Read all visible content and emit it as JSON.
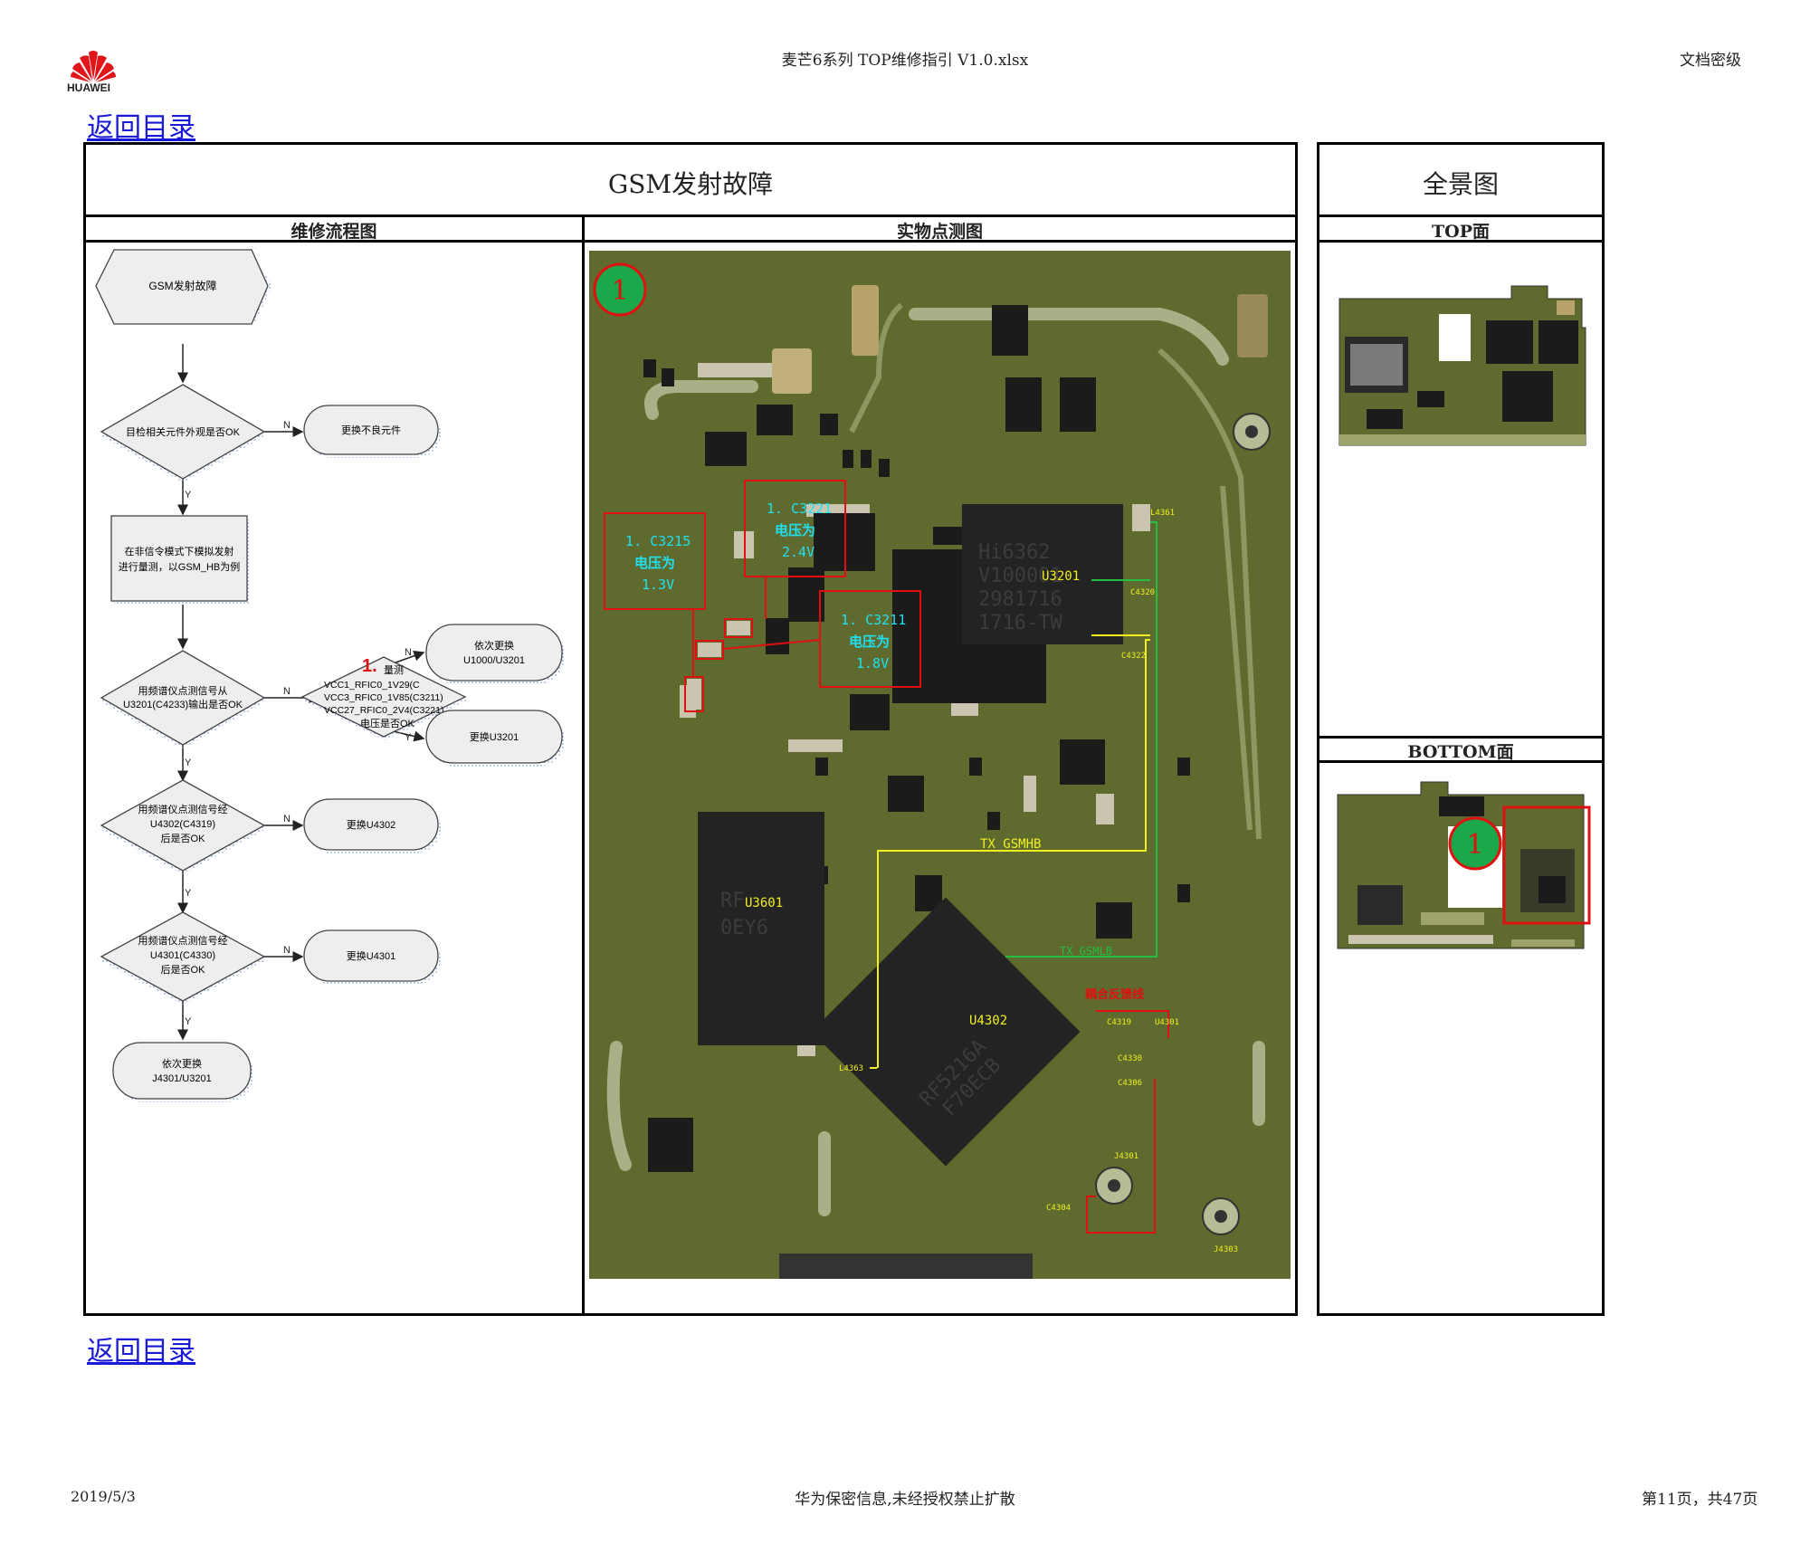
{
  "header": {
    "logo_text": "HUAWEI",
    "doc_title": "麦芒6系列 TOP维修指引  V1.0.xlsx",
    "classification": "文档密级"
  },
  "nav": {
    "back_top": "返回目录",
    "back_bottom": "返回目录"
  },
  "table": {
    "main_title": "GSM发射故障",
    "flow_header": "维修流程图",
    "photo_header": "实物点测图",
    "panorama_title": "全景图",
    "top_label": "TOP面",
    "bottom_label": "BOTTOM面"
  },
  "flowchart": {
    "start": "GSM发射故障",
    "d1": "目检相关元件外观是否OK",
    "a1": "更换不良元件",
    "p1_line1": "在非信令模式下模拟发射",
    "p1_line2": "进行量测，以GSM_HB为例",
    "d2_line1": "用频谱仪点测信号从",
    "d2_line2": "U3201(C4233)输出是否OK",
    "a2_line1": "依次更换",
    "a2_line2": "U1000/U3201",
    "d3_num": "1.",
    "d3_head": "量测",
    "d3_line1": "VCC1_RFIC0_1V29(C",
    "d3_line2": "VCC3_RFIC0_1V85(C3211)",
    "d3_line3": "VCC27_RFIC0_2V4(C3221)",
    "d3_line4": "电压是否OK",
    "a3": "更换U3201",
    "d4_line1": "用频谱仪点测信号经",
    "d4_line2": "U4302(C4319)",
    "d4_line3": "后是否OK",
    "a4": "更换U4302",
    "d5_line1": "用频谱仪点测信号经",
    "d5_line2": "U4301(C4330)",
    "d5_line3": "后是否OK",
    "a5": "更换U4301",
    "end_line1": "依次更换",
    "end_line2": "J4301/U3201",
    "label_n": "N",
    "label_y": "Y"
  },
  "board_photo": {
    "marker": "1",
    "callout_c3215_ref": "1.  C3215",
    "callout_c3215_v1": "电压为",
    "callout_c3215_v2": "1.3V",
    "callout_c3221_ref": "1.  C3221",
    "callout_c3221_v1": "电压为",
    "callout_c3221_v2": "2.4V",
    "callout_c3211_ref": "1.  C3211",
    "callout_c3211_v1": "电压为",
    "callout_c3211_v2": "1.8V",
    "chip_u3201": "U3201",
    "chip_u3201_mark1": "Hi6362",
    "chip_u3201_mark2": "V100001",
    "chip_u3201_mark3": "2981716",
    "chip_u3201_mark4": "1716-TW",
    "chip_u3601": "U3601",
    "chip_u3601_mark1": "RF",
    "chip_u3601_mark2": "0EY6",
    "chip_u4302": "U4302",
    "chip_u4302_mark1": "RF5216A",
    "chip_u4302_mark2": "F70ECB",
    "tx_gsmhb": "TX_GSMHB",
    "tx_gsmlb": "TX_GSMLB",
    "coupled_line": "耦合反馈线",
    "ref_l4361": "L4361",
    "ref_c4320": "C4320",
    "ref_c4322": "C4322",
    "ref_l4363": "L4363",
    "ref_c4319": "C4319",
    "ref_u4301": "U4301",
    "ref_c4330": "C4330",
    "ref_c4306": "C4306",
    "ref_j4301": "J4301",
    "ref_c4304": "C4304",
    "ref_j4303": "J4303"
  },
  "footer": {
    "date": "2019/5/3",
    "confidential": "华为保密信息,未经授权禁止扩散",
    "page": "第11页，共47页"
  },
  "colors": {
    "link": "#1a1ad6",
    "pcb_green": "#5e6a2e",
    "callout_red": "#e01010",
    "callout_cyan": "#20e0f0",
    "annotation_yellow": "#f0f020",
    "annotation_green": "#20c040",
    "marker_green": "#1aa84a"
  },
  "icons": [
    "huawei-logo-icon",
    "marker-1-icon"
  ]
}
